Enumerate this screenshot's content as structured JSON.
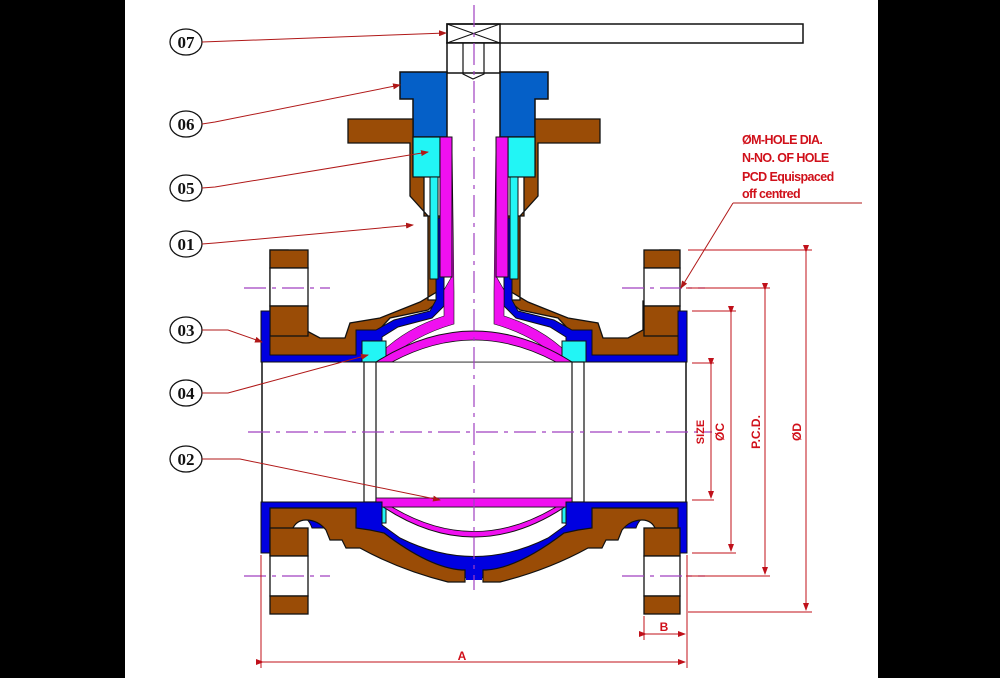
{
  "diagram": {
    "type": "ball-valve-sectional-drawing",
    "background_color": "#000000",
    "canvas_color": "#ffffff",
    "colors": {
      "body": "#9a4c06",
      "liner": "#0000e0",
      "gland": "#0560c8",
      "seat": "#22f5f5",
      "ball_stem": "#f010f0",
      "leader_line": "#b01818",
      "dimension": "#c0101a",
      "centerline": "#a040c0",
      "outline": "#111111"
    },
    "callouts": [
      {
        "id": "07",
        "label": "07",
        "part": "handle / lever"
      },
      {
        "id": "06",
        "label": "06",
        "part": "gland"
      },
      {
        "id": "05",
        "label": "05",
        "part": "stem packing"
      },
      {
        "id": "01",
        "label": "01",
        "part": "body"
      },
      {
        "id": "03",
        "label": "03",
        "part": "lining"
      },
      {
        "id": "04",
        "label": "04",
        "part": "seat"
      },
      {
        "id": "02",
        "label": "02",
        "part": "ball"
      }
    ],
    "note": {
      "lines": [
        "ØM-HOLE DIA.",
        "N-NO. OF HOLE",
        "PCD Equispaced",
        "off centred"
      ]
    },
    "dimensions": {
      "size": "SIZE",
      "c": "ØC",
      "pcd": "P.C.D.",
      "d": "ØD",
      "a": "A",
      "b": "B"
    }
  }
}
